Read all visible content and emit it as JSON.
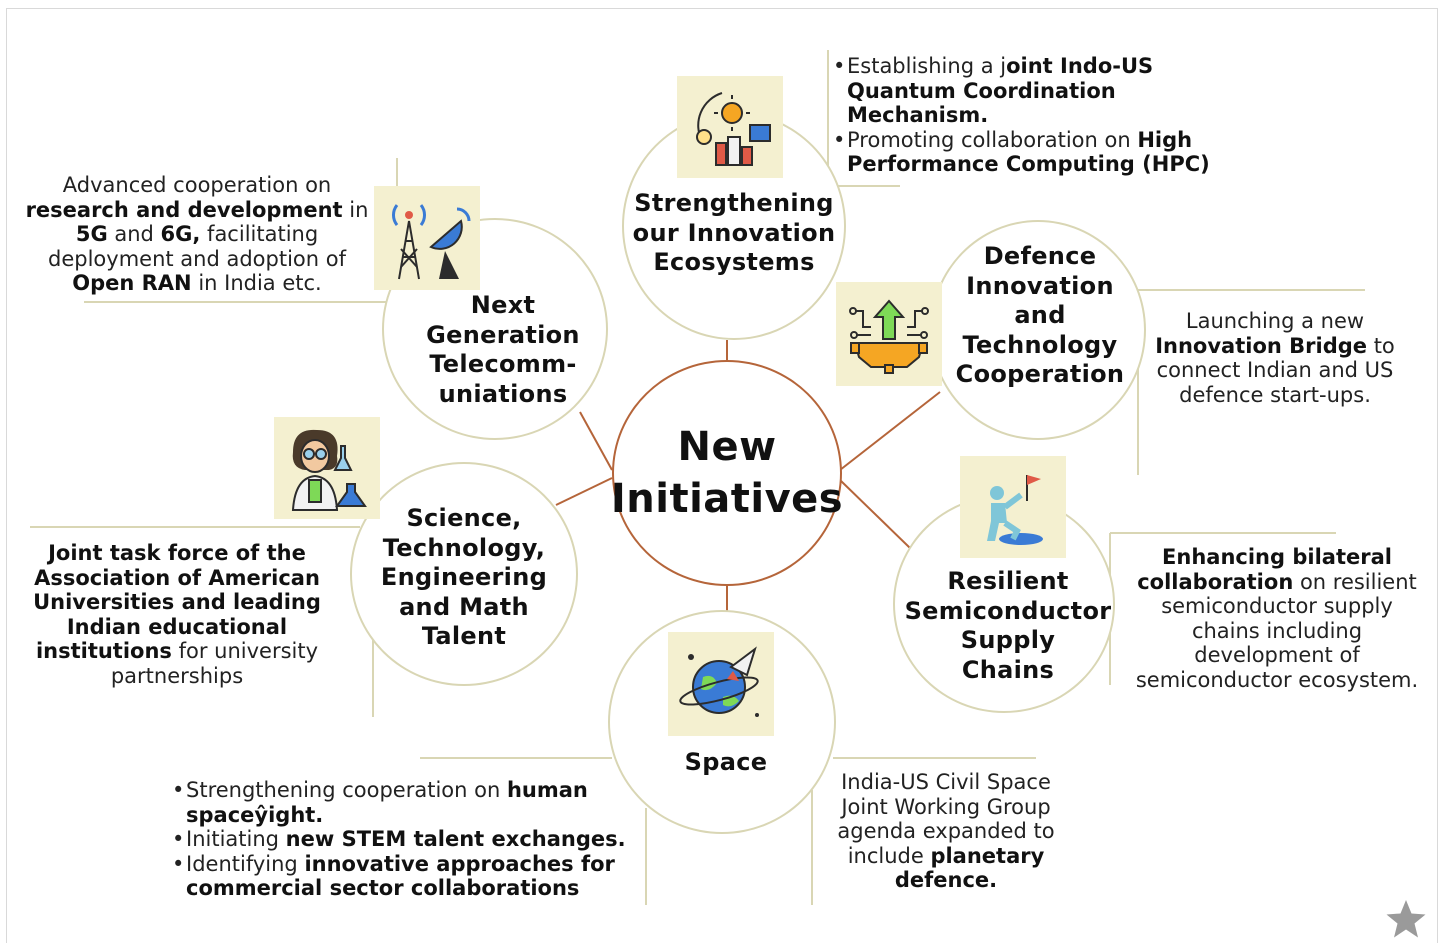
{
  "center": {
    "line1": "New",
    "line2": "Initiatives"
  },
  "nodes": {
    "innovation": {
      "title": [
        "Strengthening",
        "our Innovation",
        "Ecosystems"
      ],
      "icon": "innovation-ecosystem-icon",
      "bullets": [
        {
          "pre": "Establishing a j",
          "bold": "oint Indo-US Quantum Coordination Mechanism.",
          "post": ""
        },
        {
          "pre": "Promoting collaboration on ",
          "bold": "High Performance Computing (HPC)",
          "post": ""
        }
      ]
    },
    "telecom": {
      "title": [
        "Next",
        "Generation",
        "Telecomm-",
        "uniations"
      ],
      "icon": "telecom-tower-icon",
      "desc": {
        "t1": "Advanced cooperation on",
        "b1": "research and development",
        "t2": " in",
        "b2": "5G",
        "t3": " and ",
        "b3": "6G,",
        "t4": " facilitating",
        "t5": "deployment and adoption of",
        "b4": "Open RAN",
        "t6": " in India etc."
      }
    },
    "defence": {
      "title": [
        "Defence",
        "Innovation",
        "and",
        "Technology",
        "Cooperation"
      ],
      "icon": "defence-gear-icon",
      "desc": {
        "t1": "Launching a new",
        "b1": "Innovation Bridge",
        "t2": " to",
        "t3": "connect Indian and US",
        "t4": "defence start-ups."
      }
    },
    "stem": {
      "title": [
        "Science,",
        "Technology,",
        "Engineering",
        "and Math",
        "Talent"
      ],
      "icon": "scientist-icon",
      "desc": {
        "b1": "Joint task force of the",
        "b2": "Association of American",
        "b3": "Universities and leading",
        "b4": "Indian educational",
        "b5": "institutions",
        "t1": " for university",
        "t2": "partnerships"
      }
    },
    "semiconductor": {
      "title": [
        "Resilient",
        "Semiconductor",
        "Supply",
        "Chains"
      ],
      "icon": "climber-flag-icon",
      "desc": {
        "b1": "Enhancing bilateral",
        "b2": "collaboration",
        "t1": " on resilient",
        "t2": "semiconductor supply",
        "t3": "chains including",
        "t4": "development of",
        "t5": "semiconductor ecosystem."
      }
    },
    "space": {
      "title": [
        "Space"
      ],
      "icon": "planet-rocket-icon",
      "bullets": [
        {
          "pre": "Strengthening cooperation on ",
          "bold": "human spaceŷight.",
          "post": ""
        },
        {
          "pre": "Initiating ",
          "bold": "new STEM talent exchanges.",
          "post": ""
        },
        {
          "pre": "Identifying ",
          "bold": "innovative approaches for commercial sector collaborations",
          "post": ""
        }
      ],
      "desc": {
        "t1": "India-US Civil Space",
        "t2": "Joint Working Group",
        "t3": "agenda expanded to",
        "t4": "include ",
        "b1": "planetary",
        "b2": "defence."
      }
    }
  },
  "colors": {
    "connector": "#b5653a",
    "circle_border": "#d9d6b4",
    "leader": "#d9d6b4",
    "icon_bg": "#f4f0d0"
  },
  "footer_icon": "star-icon"
}
